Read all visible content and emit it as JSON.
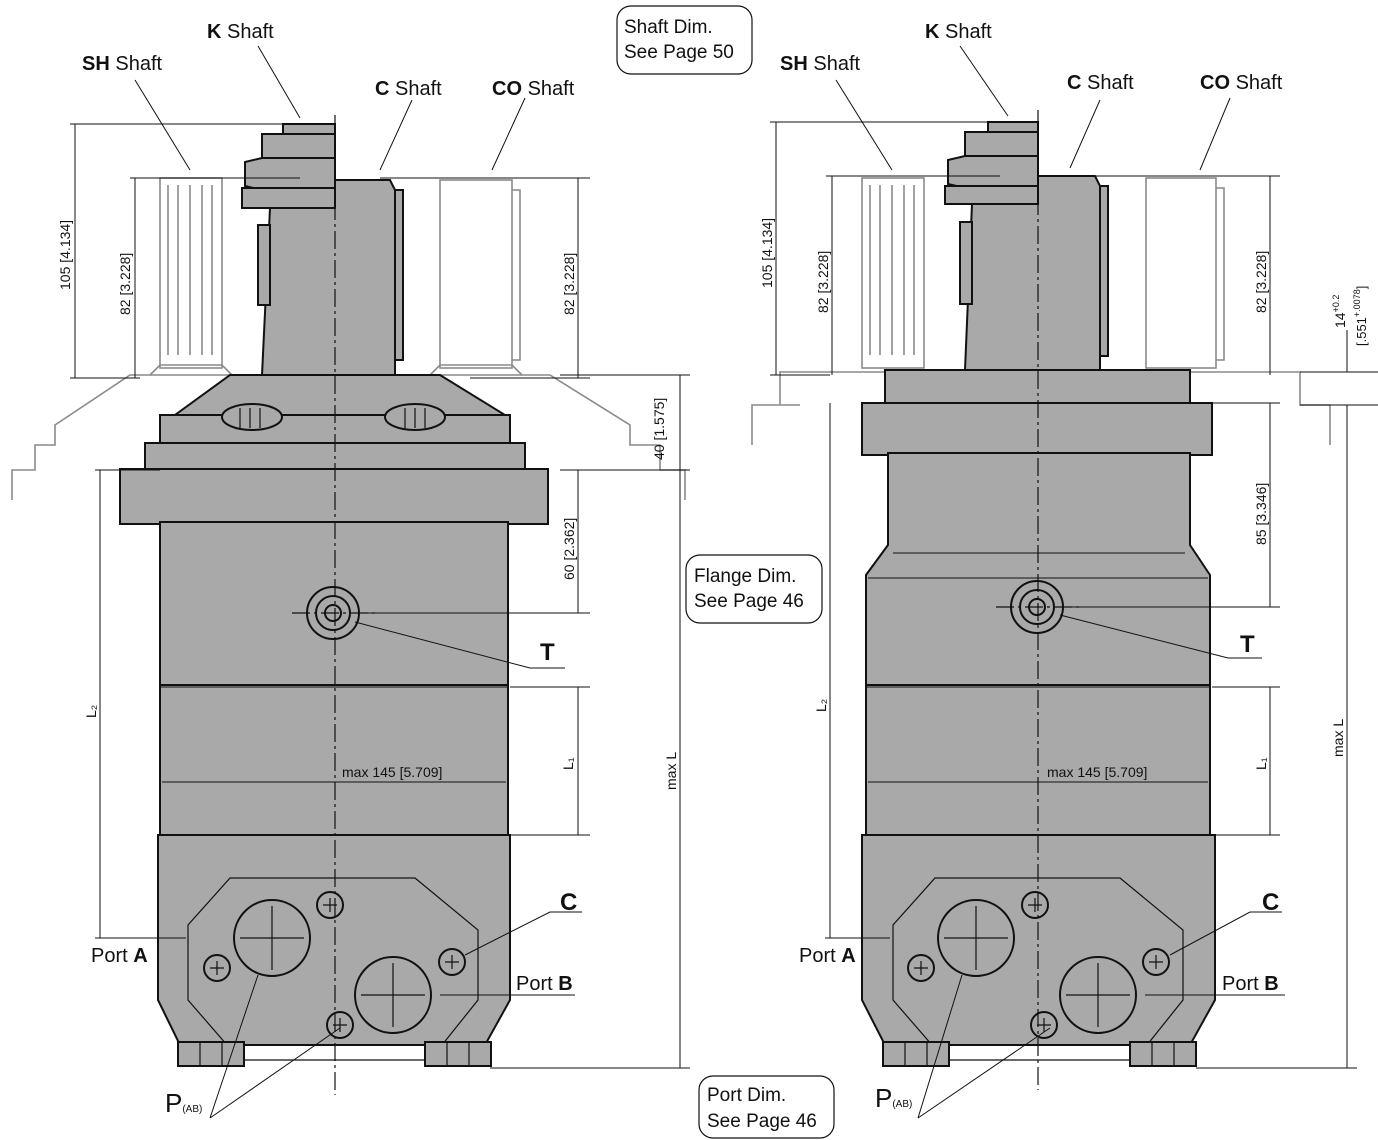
{
  "shaft_labels": {
    "k": {
      "code": "K",
      "word": "Shaft"
    },
    "sh": {
      "code": "SH",
      "word": "Shaft"
    },
    "c": {
      "code": "C",
      "word": "Shaft"
    },
    "co": {
      "code": "CO",
      "word": "Shaft"
    }
  },
  "callouts": {
    "shaft_dim": {
      "line1": "Shaft Dim.",
      "line2": "See Page 50"
    },
    "flange_dim": {
      "line1": "Flange Dim.",
      "line2": "See Page 46"
    },
    "port_dim": {
      "line1": "Port Dim.",
      "line2": "See Page 46"
    }
  },
  "dimensions": {
    "d105": "105 [4.134]",
    "d82": "82 [3.228]",
    "d40": "40 [1.575]",
    "d60": "60 [2.362]",
    "d85": "85 [3.346]",
    "max145": "max 145 [5.709]",
    "maxL": "max L",
    "L1": "L₁",
    "L2": "L₂",
    "tol_main": "14",
    "tol_sup": "+0.2",
    "tol_sub": "[.551",
    "tol_sub_sup": "+.0078",
    "tol_close": "]"
  },
  "ports": {
    "T": "T",
    "C": "C",
    "port_a": {
      "word": "Port",
      "code": "A"
    },
    "port_b": {
      "word": "Port",
      "code": "B"
    },
    "p": {
      "main": "P",
      "sub": "(AB)"
    }
  },
  "colors": {
    "body": "#a9a9a9",
    "line": "#111111",
    "ghost": "#8a8a8a"
  }
}
